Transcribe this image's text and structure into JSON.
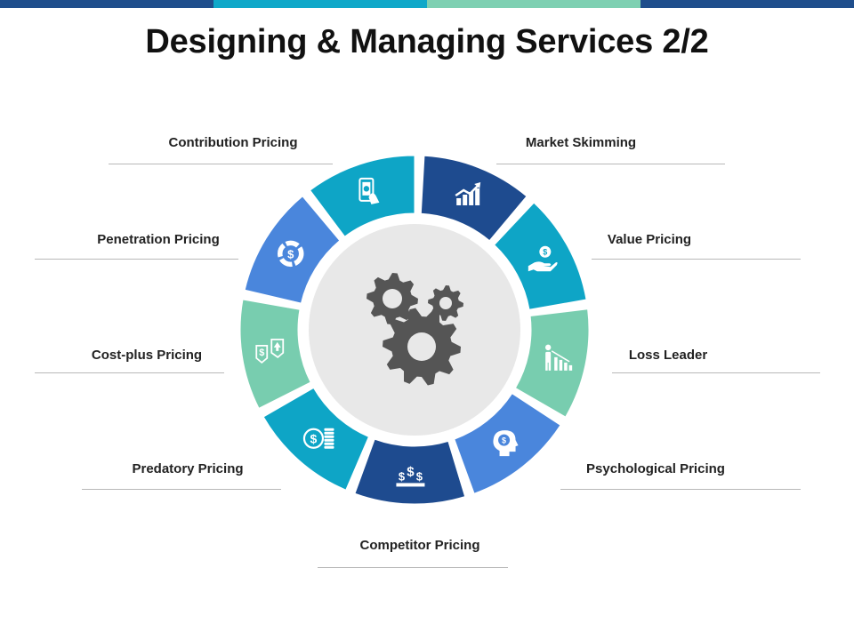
{
  "title": "Designing & Managing Services 2/2",
  "colors": {
    "bar": [
      "#1f4e8c",
      "#0fa8c9",
      "#7ed0b2",
      "#1f4e8c"
    ],
    "dark_blue": "#1e4b8f",
    "teal": "#0ea5c6",
    "mid_blue": "#4a86dc",
    "mint": "#78cdaf",
    "center_fill": "#e8e8e8",
    "gear": "#555555"
  },
  "center_icon": "gears-icon",
  "items": [
    {
      "label": "Market Skimming",
      "icon": "growth-chart-icon",
      "color": "dark_blue"
    },
    {
      "label": "Value Pricing",
      "icon": "hand-dollar-icon",
      "color": "teal"
    },
    {
      "label": "Loss Leader",
      "icon": "person-declining-chart-icon",
      "color": "mint"
    },
    {
      "label": "Psychological Pricing",
      "icon": "head-dollar-icon",
      "color": "mid_blue"
    },
    {
      "label": "Competitor Pricing",
      "icon": "dollar-podium-icon",
      "color": "dark_blue"
    },
    {
      "label": "Predatory Pricing",
      "icon": "coins-icon",
      "color": "teal"
    },
    {
      "label": "Cost-plus Pricing",
      "icon": "price-tags-icon",
      "color": "mint"
    },
    {
      "label": "Penetration Pricing",
      "icon": "dollar-donut-icon",
      "color": "mid_blue"
    },
    {
      "label": "Contribution Pricing",
      "icon": "phone-payment-icon",
      "color": "teal"
    }
  ]
}
